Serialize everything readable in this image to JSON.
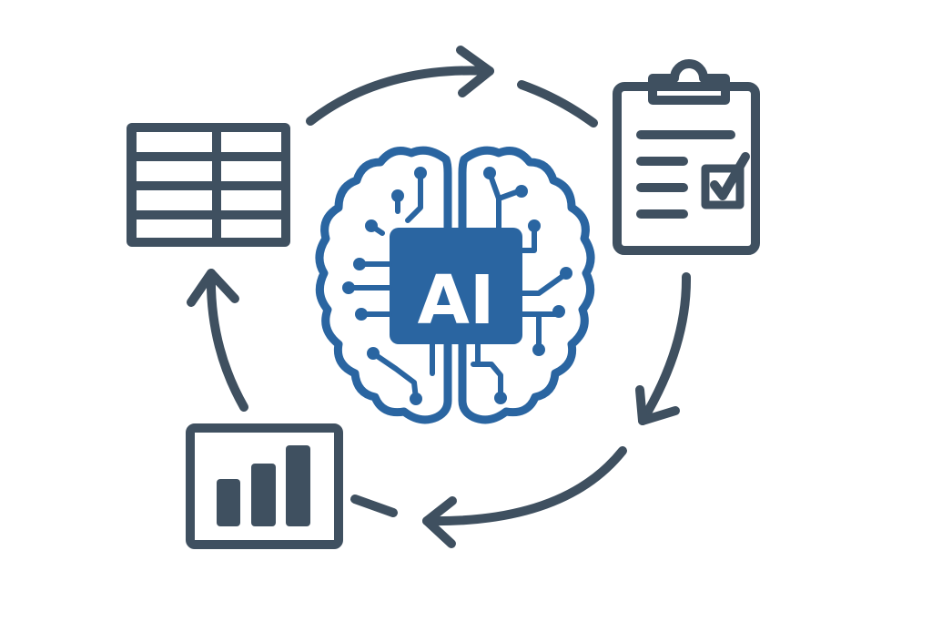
{
  "diagram": {
    "center": {
      "label": "AI",
      "icon": "brain-circuit-icon",
      "color": "#2a65a1"
    },
    "nodes": [
      {
        "id": "table",
        "icon": "table-icon",
        "position": "top-left"
      },
      {
        "id": "checklist",
        "icon": "clipboard-check-icon",
        "position": "top-right"
      },
      {
        "id": "report",
        "icon": "bar-chart-icon",
        "position": "bottom-left"
      }
    ],
    "flow": [
      "table",
      "checklist",
      "report",
      "table"
    ],
    "colors": {
      "icon": "#3f5060",
      "accent": "#2a65a1",
      "background": "#ffffff"
    }
  }
}
